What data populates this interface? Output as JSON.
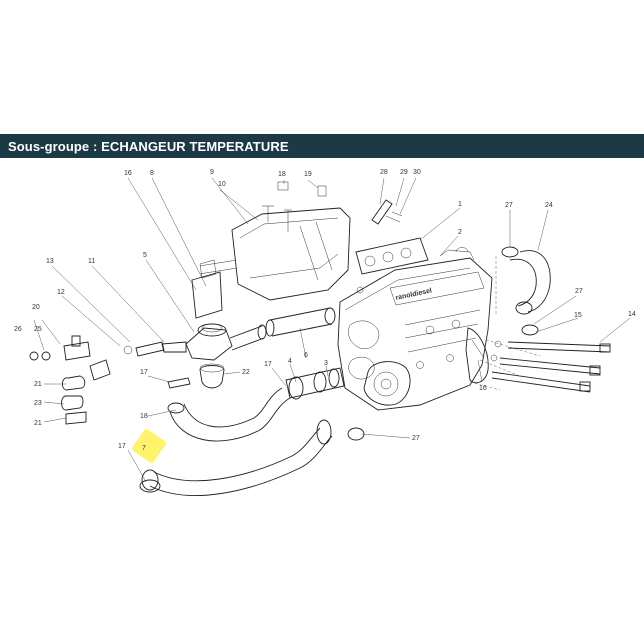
{
  "header": {
    "title": "Sous-groupe : ECHANGEUR TEMPERATURE",
    "background_color": "#1c3a45"
  },
  "diagram": {
    "brand_text": "ranoldiesel",
    "highlight_color": "#fff36b",
    "callouts": [
      {
        "id": "c16a",
        "label": "16"
      },
      {
        "id": "c8",
        "label": "8"
      },
      {
        "id": "c9",
        "label": "9"
      },
      {
        "id": "c10",
        "label": "10"
      },
      {
        "id": "c18",
        "label": "18"
      },
      {
        "id": "c19",
        "label": "19"
      },
      {
        "id": "c28",
        "label": "28"
      },
      {
        "id": "c29",
        "label": "29"
      },
      {
        "id": "c30",
        "label": "30"
      },
      {
        "id": "c1",
        "label": "1"
      },
      {
        "id": "c2",
        "label": "2"
      },
      {
        "id": "c27a",
        "label": "27"
      },
      {
        "id": "c24",
        "label": "24"
      },
      {
        "id": "c13",
        "label": "13"
      },
      {
        "id": "c11",
        "label": "11"
      },
      {
        "id": "c5",
        "label": "5"
      },
      {
        "id": "c12",
        "label": "12"
      },
      {
        "id": "c20",
        "label": "20"
      },
      {
        "id": "c26",
        "label": "26"
      },
      {
        "id": "c25",
        "label": "25"
      },
      {
        "id": "c27b",
        "label": "27"
      },
      {
        "id": "c15",
        "label": "15"
      },
      {
        "id": "c14",
        "label": "14"
      },
      {
        "id": "c21a",
        "label": "21"
      },
      {
        "id": "c23",
        "label": "23"
      },
      {
        "id": "c21b",
        "label": "21"
      },
      {
        "id": "c22",
        "label": "22"
      },
      {
        "id": "c6",
        "label": "6"
      },
      {
        "id": "c4",
        "label": "4"
      },
      {
        "id": "c3",
        "label": "3"
      },
      {
        "id": "c17a",
        "label": "17"
      },
      {
        "id": "c17b",
        "label": "17"
      },
      {
        "id": "c16b",
        "label": "16"
      },
      {
        "id": "c18b",
        "label": "18"
      },
      {
        "id": "c17c",
        "label": "17"
      },
      {
        "id": "c7",
        "label": "7"
      },
      {
        "id": "c27c",
        "label": "27"
      }
    ]
  }
}
